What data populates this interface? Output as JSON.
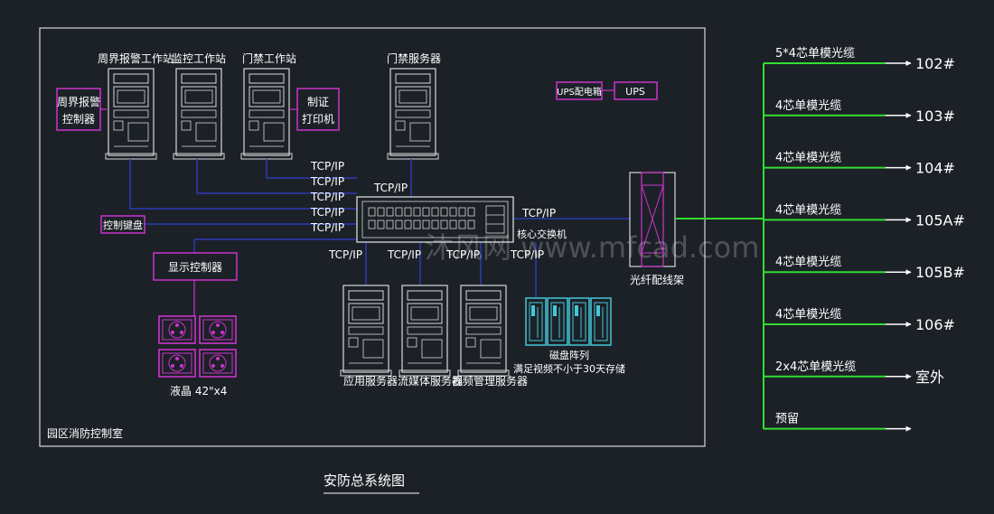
{
  "title": "安防总系统图",
  "room_label": "园区消防控制室",
  "workstations": {
    "perimeter": "周界报警工作站",
    "monitor": "监控工作站",
    "access": "门禁工作站",
    "access_server": "门禁服务器"
  },
  "boxes": {
    "perimeter_controller": [
      "周界报警",
      "控制器"
    ],
    "card_printer": [
      "制证",
      "打印机"
    ],
    "ups_cabinet": "UPS配电箱",
    "ups": "UPS",
    "keyboard": "控制键盘",
    "display_controller": "显示控制器"
  },
  "protocol": "TCP/IP",
  "core_switch": "核心交换机",
  "servers": {
    "app": "应用服务器",
    "stream": "流媒体服务器",
    "video": "视频管理服务器"
  },
  "disk_array": {
    "label": "磁盘阵列",
    "note": "满足视频不小于30天存储"
  },
  "lcd_label": "液晶 42\"x4",
  "fiber_frame": "光纤配线架",
  "outlets": [
    {
      "cable": "5*4芯单模光缆",
      "dest": "102#"
    },
    {
      "cable": "4芯单模光缆",
      "dest": "103#"
    },
    {
      "cable": "4芯单模光缆",
      "dest": "104#"
    },
    {
      "cable": "4芯单模光缆",
      "dest": "105A#"
    },
    {
      "cable": "4芯单模光缆",
      "dest": "105B#"
    },
    {
      "cable": "4芯单模光缆",
      "dest": "106#"
    },
    {
      "cable": "2x4芯单模光缆",
      "dest": "室外"
    },
    {
      "cable": "预留",
      "dest": ""
    }
  ],
  "watermark": "沐风网 www.mfcad.com",
  "colors": {
    "background": "#1c2127",
    "line_white": "#e8e8e8",
    "network_blue": "#2d3ab8",
    "magenta": "#cc33cc",
    "green": "#33dd33",
    "cyan": "#44c8d8",
    "outline": "#d0d0d0"
  }
}
